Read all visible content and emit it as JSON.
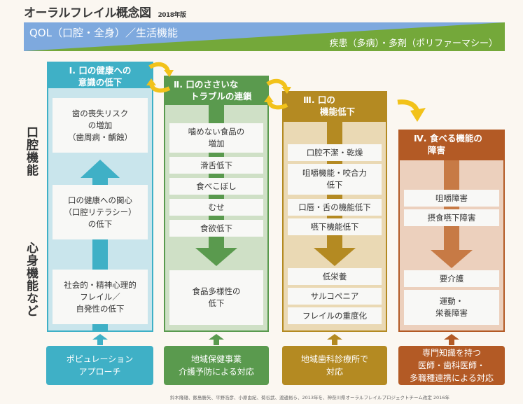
{
  "title": "オーラルフレイル概念図",
  "version": "2018年版",
  "banner": {
    "qol": "QOL（口腔・全身）／生活機能",
    "disease": "疾患（多病）・多剤（ポリファーマシー）",
    "colors": {
      "qol": "#7ea9de",
      "disease": "#74a83a"
    }
  },
  "side_labels": {
    "oral": "口腔機能",
    "mind_body": "心身機能など"
  },
  "stages": [
    {
      "id": "I",
      "heading_line1": "Ⅰ. 口の健康への",
      "heading_line2": "意識の低下",
      "color": "#3fb0c6",
      "items": [
        [
          "歯の喪失リスク",
          "の増加",
          "（歯周病・齲蝕）"
        ],
        [
          "口の健康への関心",
          "（口腔リテラシー）",
          "の低下"
        ],
        [
          "社会的・精神心理的",
          "フレイル／",
          "自発性の低下"
        ]
      ],
      "action": [
        "ポピュレーション",
        "アプローチ"
      ]
    },
    {
      "id": "II",
      "heading_line1": "Ⅱ. 口のささいな",
      "heading_line2": "トラブルの連鎖",
      "color": "#5a9a4e",
      "items": [
        [
          "噛めない食品の",
          "増加"
        ],
        [
          "滑舌低下"
        ],
        [
          "食べこぼし"
        ],
        [
          "むせ"
        ],
        [
          "食欲低下"
        ],
        [
          "食品多様性の",
          "低下"
        ]
      ],
      "action": [
        "地域保健事業",
        "介護予防による対応"
      ]
    },
    {
      "id": "III",
      "heading_line1": "Ⅲ. 口の",
      "heading_line2": "機能低下",
      "color": "#b48a22",
      "items": [
        [
          "口腔不潔・乾燥"
        ],
        [
          "咀嚼機能・咬合力",
          "低下"
        ],
        [
          "口唇・舌の機能低下"
        ],
        [
          "嚥下機能低下"
        ],
        [
          "低栄養"
        ],
        [
          "サルコペニア"
        ],
        [
          "フレイルの重度化"
        ]
      ],
      "action": [
        "地域歯科診療所で",
        "対応"
      ]
    },
    {
      "id": "IV",
      "heading_line1": "Ⅳ. 食べる機能の",
      "heading_line2": "障害",
      "color": "#b35a25",
      "items": [
        [
          "咀嚼障害"
        ],
        [
          "摂食嚥下障害"
        ],
        [
          "要介護"
        ],
        [
          "運動・",
          "栄養障害"
        ]
      ],
      "action": [
        "専門知識を持つ",
        "医師・歯科医師・",
        "多職種連携による対応"
      ]
    }
  ],
  "footnote": "鈴木隆雄、飯島勝矢、平野浩彦、小原由紀、菊谷武、渡邊裕ら、2013年を、神奈川県オーラルフレイルプロジェクトチーム改定 2016年"
}
